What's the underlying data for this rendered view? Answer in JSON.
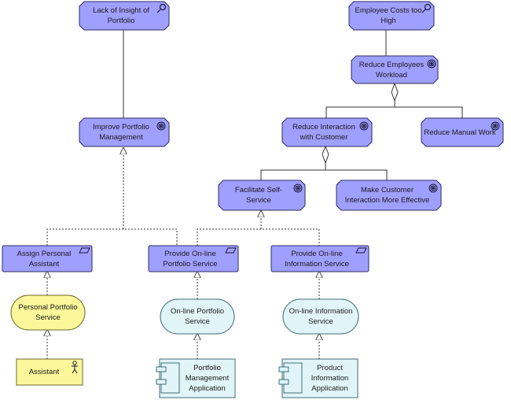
{
  "diagram": {
    "nodes": {
      "lack_insight": "Lack of Insight of\nPortfolio",
      "employee_costs": "Employee Costs too\nHigh",
      "reduce_workload": "Reduce Employees\nWorkload",
      "improve_portfolio": "Improve Portfolio\nManagement",
      "reduce_interaction": "Reduce Interaction\nwith Customer",
      "reduce_manual": "Reduce Manual Work",
      "facilitate_self": "Facilitate Self-Service",
      "make_customer": "Make Customer\nInteraction More Effective",
      "assign_assistant": "Assign Personal\nAssistant",
      "provide_portfolio": "Provide On-line\nPortfolio Service",
      "provide_info": "Provide On-line\nInformation Service",
      "personal_portfolio_service": "Personal Portfolio\nService",
      "online_portfolio_service": "On-line Portfolio\nService",
      "online_info_service": "On-line Information\nService",
      "assistant": "Assistant",
      "portfolio_app": "Portfolio\nManagement\nApplication",
      "product_info_app": "Product\nInformation\nApplication"
    },
    "icons": {
      "assessment": "magnifier-icon",
      "goal": "target-icon",
      "requirement": "parallelogram-icon",
      "actor": "stick-figure-icon",
      "component": "component-icon"
    },
    "colors": {
      "motivation_fill": "#9f9fff",
      "business_fill": "#fbf79a",
      "application_fill": "#e1f5f8",
      "border_dark": "#2c2c60",
      "connector": "#333333"
    }
  }
}
